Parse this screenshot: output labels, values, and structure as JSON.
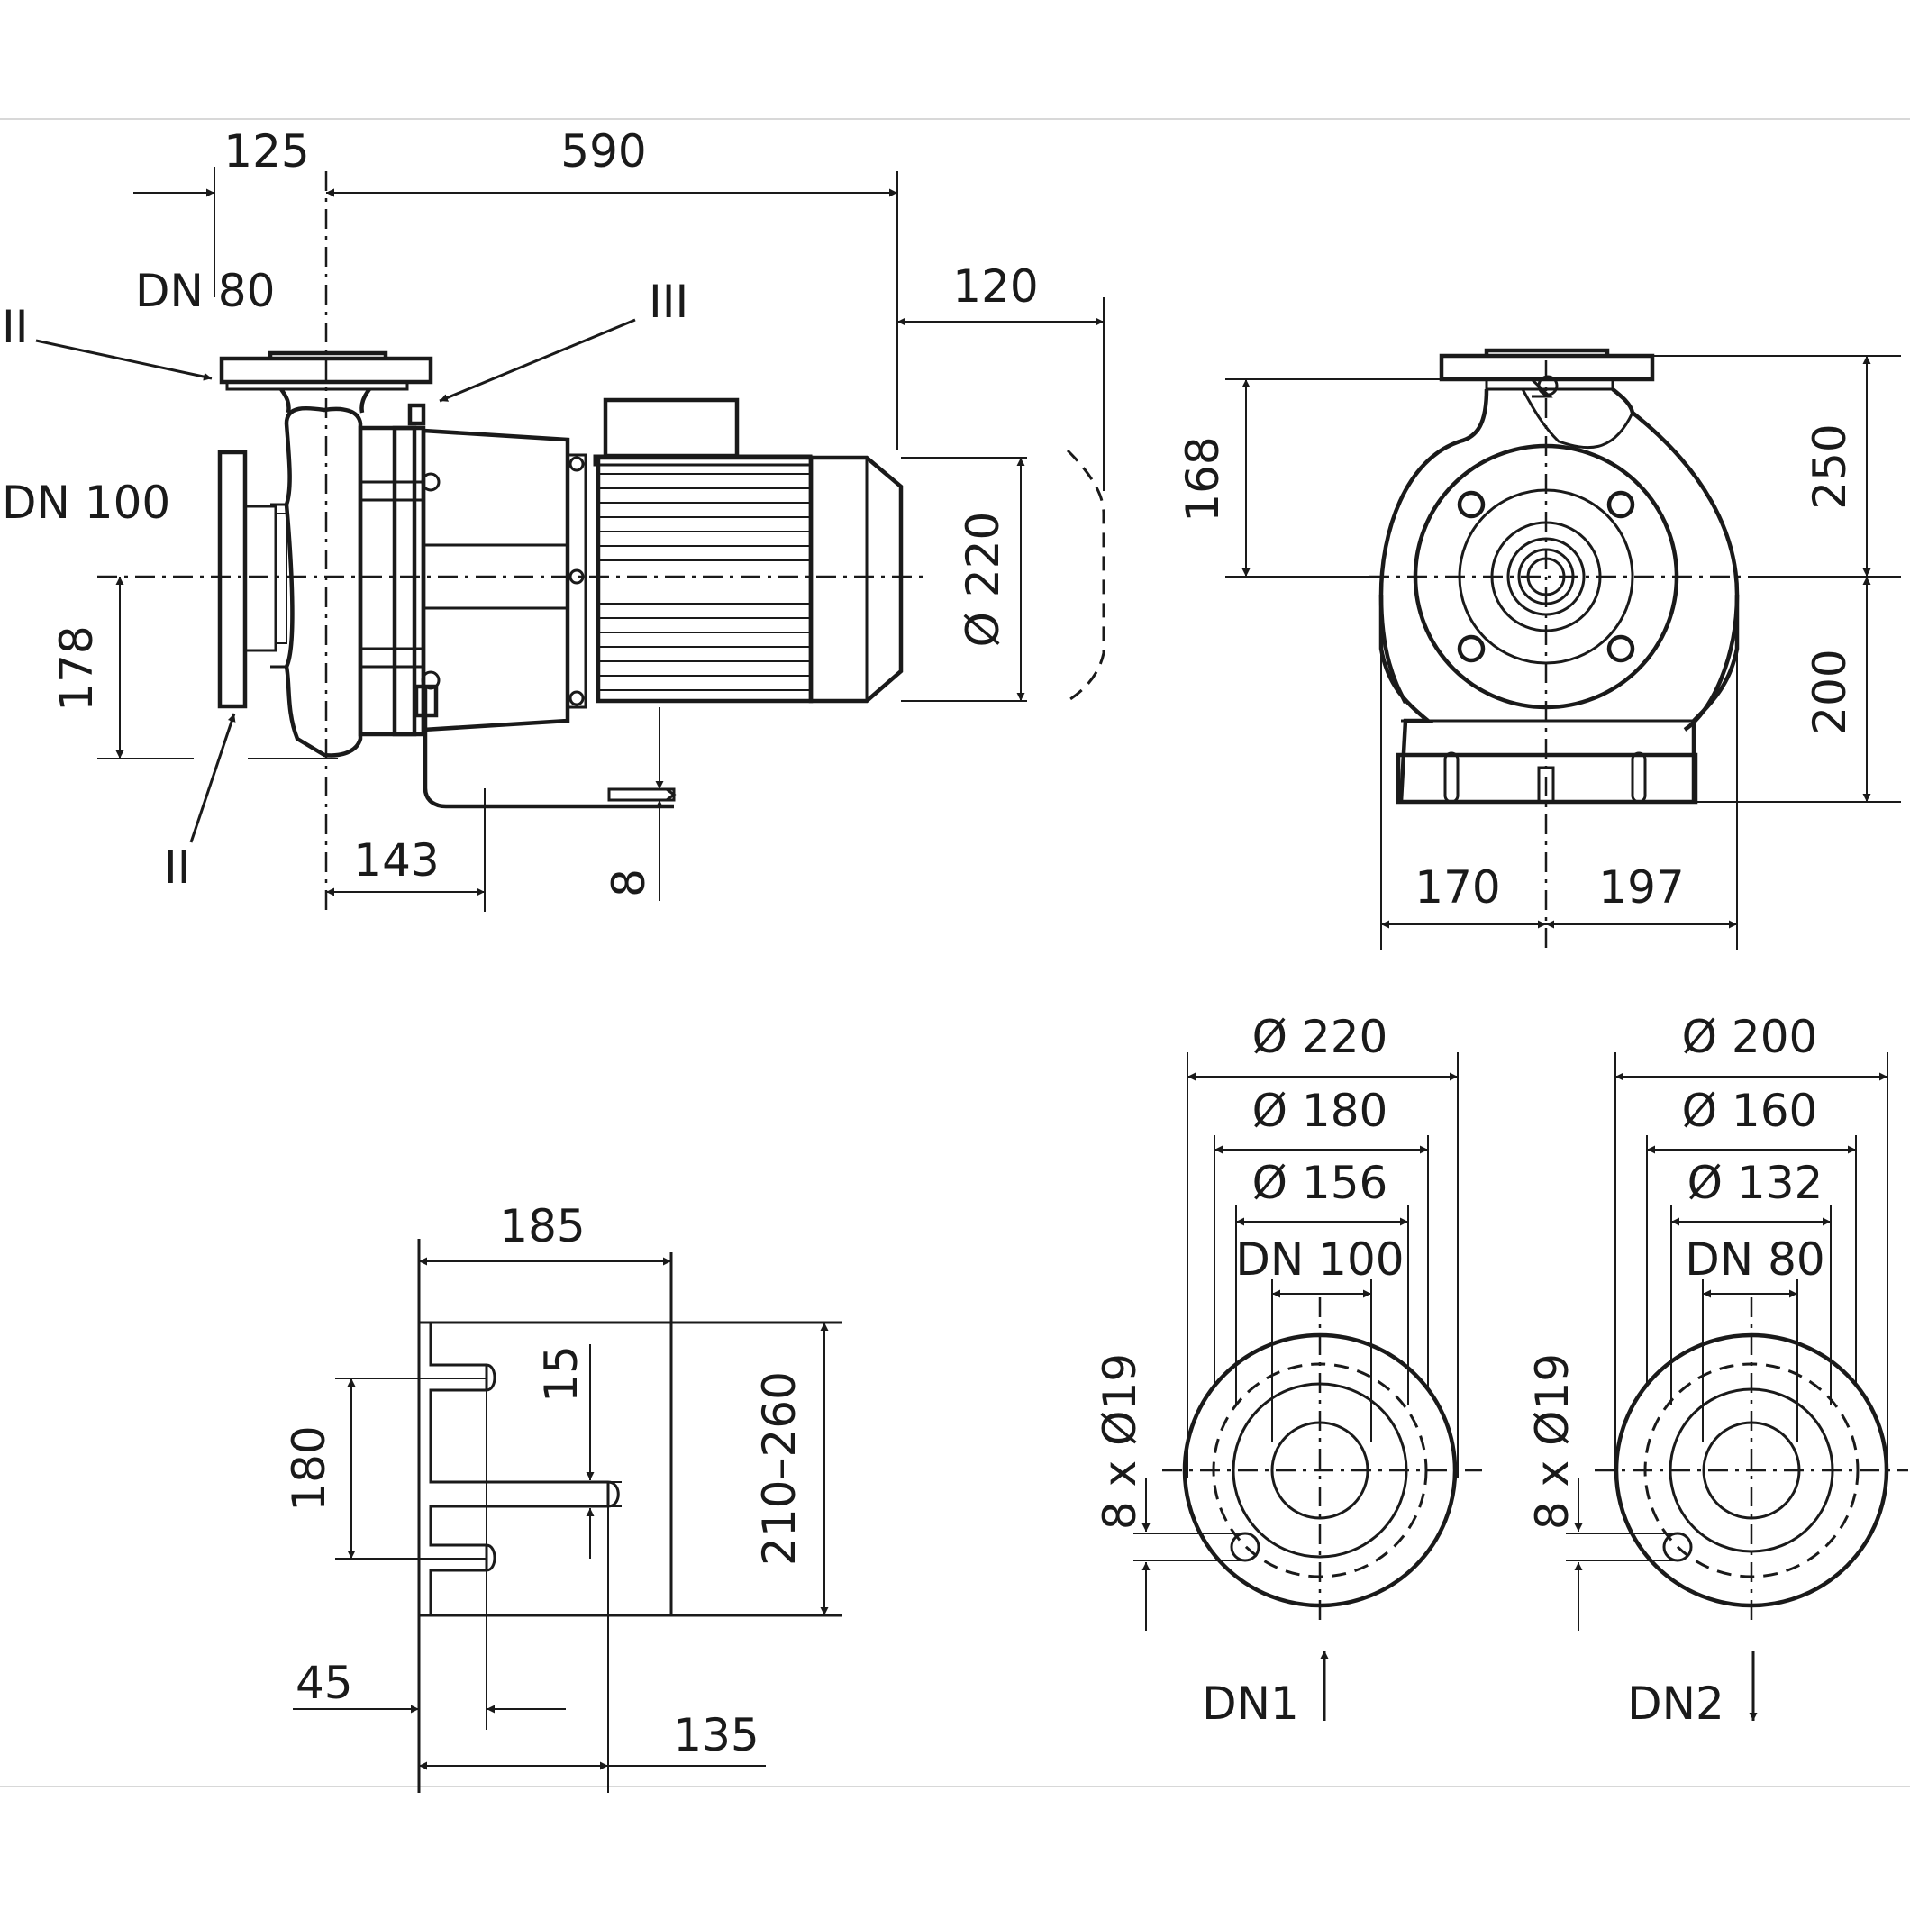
{
  "drawing": {
    "side_view": {
      "dim_125": "125",
      "dim_590": "590",
      "dim_120": "120",
      "dn_outlet": "DN 80",
      "dn_inlet": "DN 100",
      "marker_ii_top": "II",
      "marker_ii_bottom": "II",
      "marker_iii": "III",
      "dim_178": "178",
      "dim_diameter_220": "Ø 220",
      "dim_143": "143",
      "dim_8": "8"
    },
    "front_view": {
      "dim_168": "168",
      "dim_250": "250",
      "dim_200": "200",
      "dim_170": "170",
      "dim_197": "197"
    },
    "foot_detail": {
      "dim_185": "185",
      "dim_15": "15",
      "dim_180": "180",
      "dim_210_260": "210–260",
      "dim_45": "45",
      "dim_135": "135"
    },
    "flange_dn1": {
      "d_outer": "Ø 220",
      "d_bolt": "Ø 180",
      "d_raised": "Ø 156",
      "dn": "DN 100",
      "holes": "8 x Ø19",
      "label": "DN1"
    },
    "flange_dn2": {
      "d_outer": "Ø 200",
      "d_bolt": "Ø 160",
      "d_raised": "Ø 132",
      "dn": "DN 80",
      "holes": "8 x Ø19",
      "label": "DN2"
    }
  }
}
